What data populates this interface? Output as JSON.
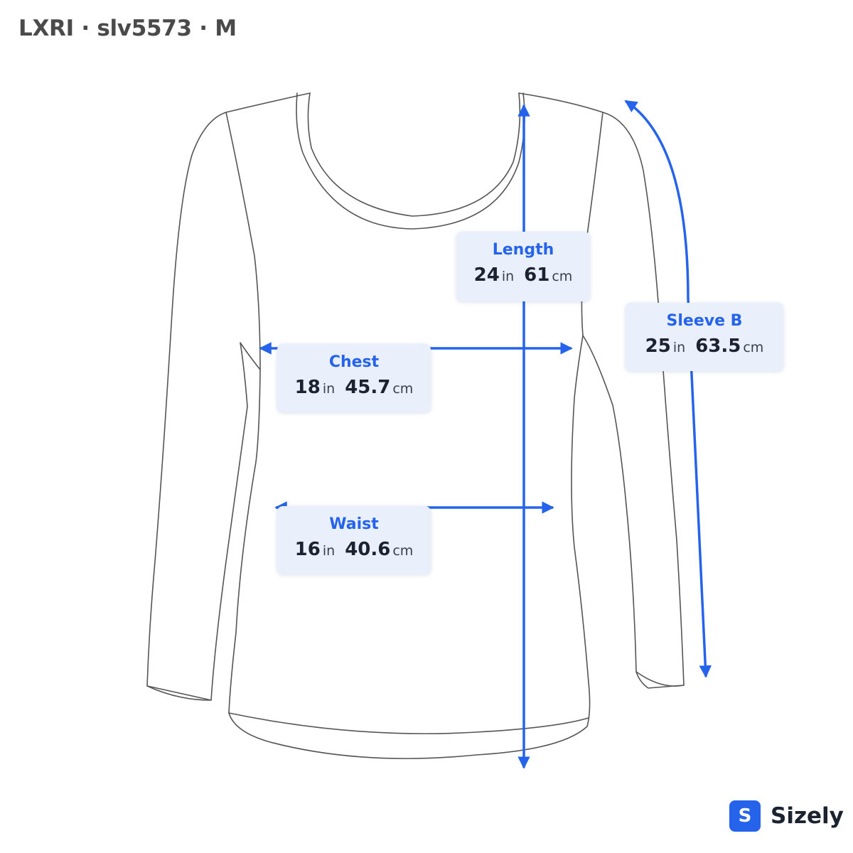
{
  "header": {
    "title": "LXRI · slv5573 · M"
  },
  "measurements": {
    "length": {
      "label": "Length",
      "in_value": "24",
      "in_unit": "in",
      "cm_value": "61",
      "cm_unit": "cm"
    },
    "sleeve": {
      "label": "Sleeve B",
      "in_value": "25",
      "in_unit": "in",
      "cm_value": "63.5",
      "cm_unit": "cm"
    },
    "chest": {
      "label": "Chest",
      "in_value": "18",
      "in_unit": "in",
      "cm_value": "45.7",
      "cm_unit": "cm"
    },
    "waist": {
      "label": "Waist",
      "in_value": "16",
      "in_unit": "in",
      "cm_value": "40.6",
      "cm_unit": "cm"
    }
  },
  "brand": {
    "logo_letter": "S",
    "name": "Sizely"
  },
  "colors": {
    "accent": "#2563eb",
    "label_bg": "#e9f0fc",
    "outline": "#555555"
  },
  "icons": {
    "measure_arrow": "double-arrow",
    "brand_logo": "sizely-logo-icon"
  }
}
